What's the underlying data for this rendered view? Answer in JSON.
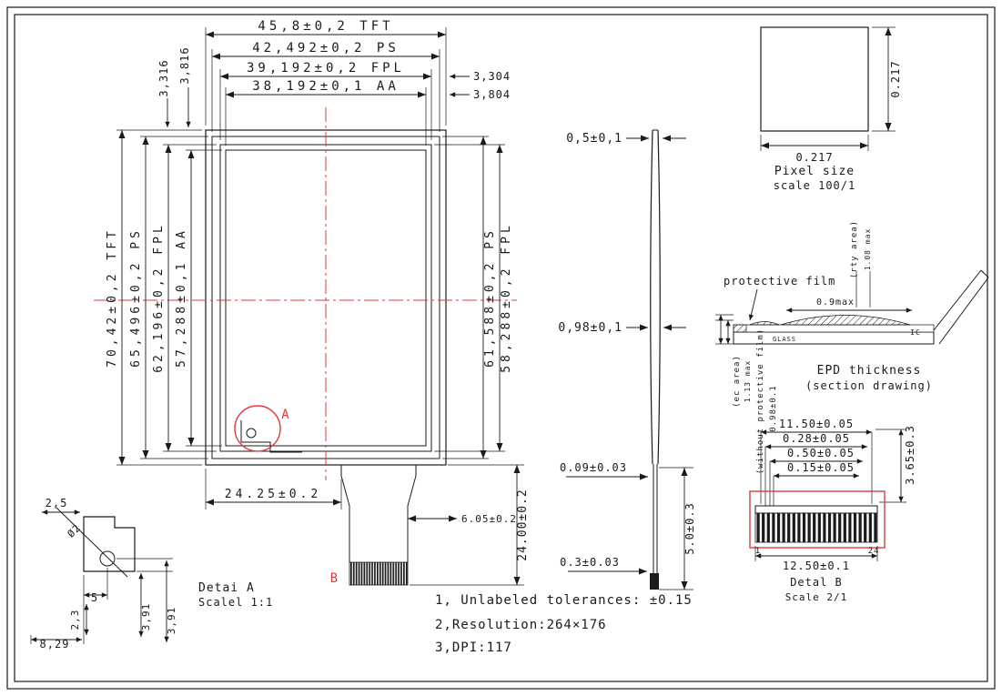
{
  "drawing": {
    "main_view": {
      "top_dims": [
        "45,8±0,2 TFT",
        "42,492±0,2 PS",
        "39,192±0,2 FPL",
        "38,192±0,1 AA"
      ],
      "top_left_dims": [
        "3,816",
        "3,316"
      ],
      "top_right_dims": [
        "3,304",
        "3,804"
      ],
      "left_dims": [
        "70,42±0,2 TFT",
        "65,496±0,2 PS",
        "62,196±0,2 FPL",
        "57,288±0,1 AA"
      ],
      "right_dims": [
        "61,588±0,2 PS",
        "58,288±0,2 FPL"
      ],
      "bottom_dims": [
        "24.25±0.2",
        "6.05±0.2",
        "24.00±0.2"
      ],
      "detail_a_marker": "A",
      "detail_b_marker": "B"
    },
    "side_view": {
      "dims": [
        "0,5±0,1",
        "0,98±0,1",
        "0.09±0.03",
        "5.0±0.3",
        "0.3±0.03"
      ]
    },
    "pixel_view": {
      "width_dim": "0.217",
      "height_dim": "0.217",
      "caption_line1": "Pixel size",
      "caption_line2": "scale 100/1"
    },
    "section_view": {
      "protective_film_label": "protective film",
      "rty_area_label": "(rty area)",
      "rty_max_dim": "1.08 max",
      "top_dim": "0.9max",
      "glass_label": "GLASS",
      "ic_label": "IC",
      "ec_area_label": "(ec area)",
      "ec_max_dim": "1.13 max",
      "without_film_label": "(without protective film)",
      "without_film_dim": "0.98±0.1",
      "title_line1": "EPD thickness",
      "title_line2": "(section drawing)"
    },
    "detail_b": {
      "stack_dims": [
        "11.50±0.05",
        "0.28±0.05",
        "0.50±0.05",
        "0.15±0.05"
      ],
      "height_dim": "3.65±0.3",
      "width_dim": "12.50±0.1",
      "first_pin": "1",
      "last_pin": "24",
      "title_line1": "Detal B",
      "title_line2": "Scale 2/1"
    },
    "detail_a": {
      "dim_25": "2,5",
      "dim_dia2": "Ø2",
      "dim_5": "5",
      "dim_23": "2,3",
      "dim_829": "8,29",
      "dim_391_a": "3,91",
      "dim_391_b": "3,91",
      "title_line1": "Detai A",
      "title_line2": "Scalel 1:1"
    },
    "notes": [
      "1, Unlabeled tolerances: ±0.15",
      "2,Resolution:264×176",
      "3,DPI:117"
    ],
    "colors": {
      "line": "#1a1a1a",
      "accent_red": "#e03a3a"
    }
  }
}
